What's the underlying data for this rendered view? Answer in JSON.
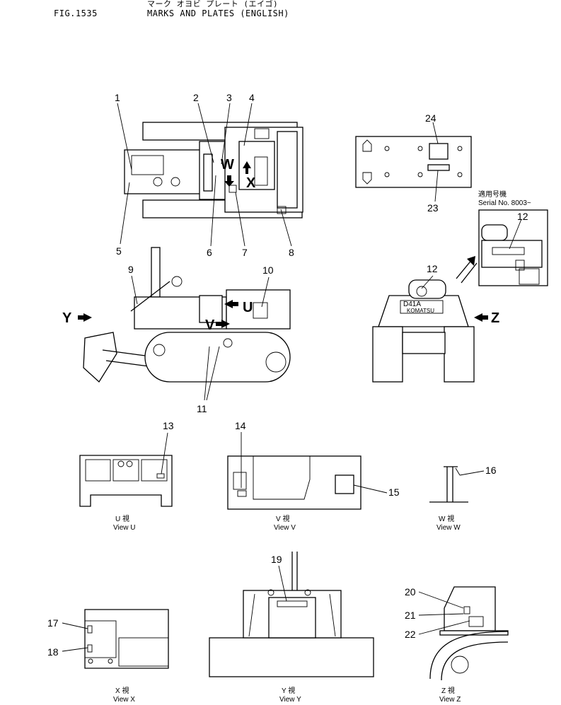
{
  "header": {
    "fig_no": "FIG.1535",
    "title_jp": "マーク オヨビ プレート (エイゴ)",
    "title_en": "MARKS AND PLATES (ENGLISH)"
  },
  "callouts": [
    "1",
    "2",
    "3",
    "4",
    "5",
    "6",
    "7",
    "8",
    "9",
    "10",
    "11",
    "12",
    "12",
    "13",
    "14",
    "15",
    "16",
    "17",
    "18",
    "19",
    "20",
    "21",
    "22",
    "23",
    "24"
  ],
  "view_markers": {
    "y": "Y",
    "z": "Z",
    "u": "U",
    "v": "V",
    "w": "W",
    "x": "X"
  },
  "serial_note": {
    "jp": "適用号機",
    "en": "Serial No. 8003~"
  },
  "plate_text": {
    "badge": "D41A",
    "brand": "KOMATSU"
  },
  "views": {
    "u": {
      "jp": "U 視",
      "en": "View U"
    },
    "v": {
      "jp": "V 視",
      "en": "View V"
    },
    "w": {
      "jp": "W 視",
      "en": "View W"
    },
    "x": {
      "jp": "X 視",
      "en": "View X"
    },
    "y": {
      "jp": "Y 視",
      "en": "View Y"
    },
    "z": {
      "jp": "Z 視",
      "en": "View Z"
    }
  }
}
